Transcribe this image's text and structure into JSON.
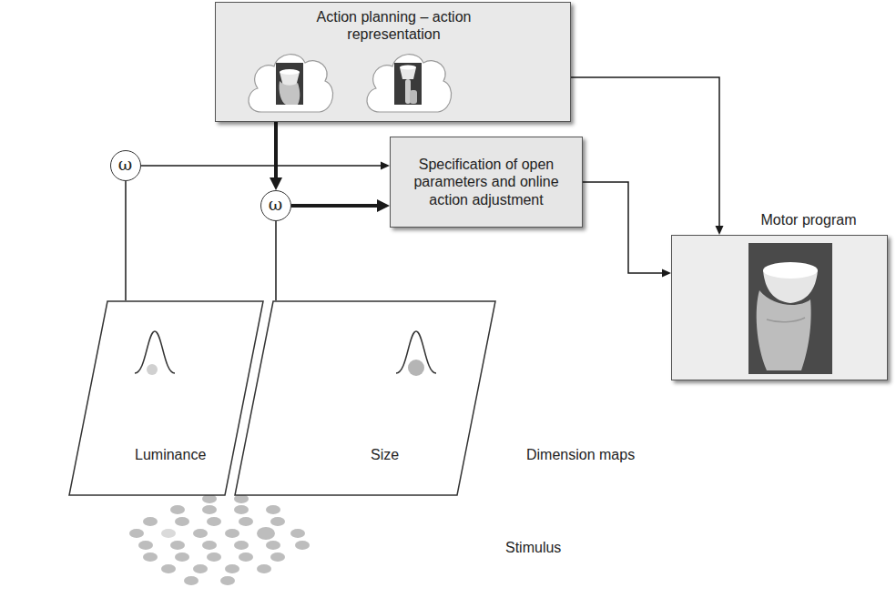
{
  "diagram": {
    "nodes": [
      {
        "text": [
          "Action planning – action representation"
        ]
      },
      {
        "text": [
          "ω"
        ]
      },
      {
        "text": [
          "ω"
        ]
      },
      {
        "text": [
          "Specification of open parameters and online action adjustment"
        ]
      },
      {
        "text": [
          "Motor program"
        ]
      },
      {
        "text": [
          "Luminance"
        ]
      },
      {
        "text": [
          "Size"
        ]
      }
    ],
    "edges": [
      {
        "from": 0,
        "to": 2,
        "arrow": "to"
      },
      {
        "from": 0,
        "to": 4,
        "arrow": "to"
      },
      {
        "from": 1,
        "to": 3,
        "arrow": "to"
      },
      {
        "from": 2,
        "to": 3,
        "arrow": "to"
      },
      {
        "from": 3,
        "to": 4,
        "arrow": "to"
      },
      {
        "from": 5,
        "to": 1,
        "arrow": "none"
      },
      {
        "from": 6,
        "to": 2,
        "arrow": "none"
      }
    ],
    "labels": [
      "Dimension maps",
      "Stimulus"
    ]
  }
}
